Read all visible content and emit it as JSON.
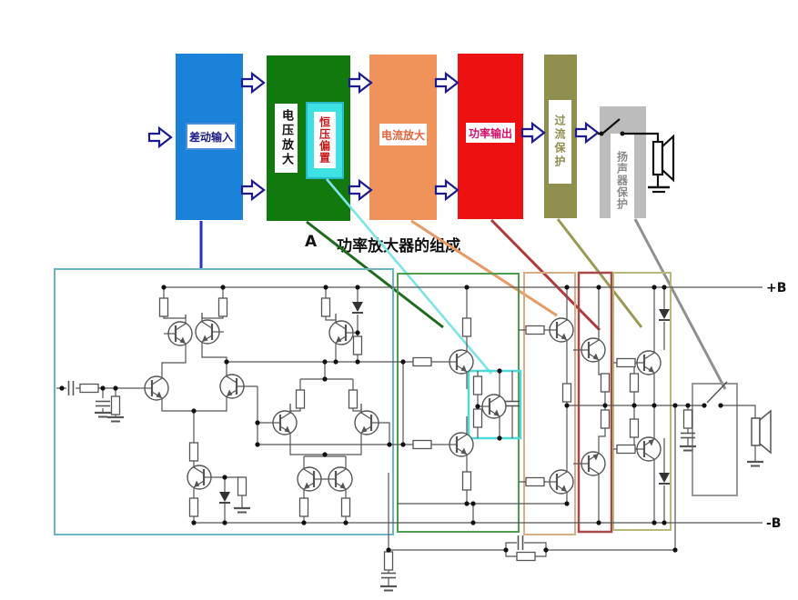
{
  "title": {
    "index_label": "A",
    "text": "功率放大器的组成"
  },
  "flow_blocks": [
    {
      "label": "差动输入",
      "fill": "#1b82d9",
      "text_color": "#1b1b8a"
    },
    {
      "label": "电压放大",
      "fill": "#12790f",
      "text_color": "#111111"
    },
    {
      "label": "恒压偏置",
      "fill": "#3fe2e2",
      "text_color": "#cc1818"
    },
    {
      "label": "电流放大",
      "fill": "#f0935a",
      "text_color": "#e0653a"
    },
    {
      "label": "功率输出",
      "fill": "#ed1211",
      "text_color": "#d0106a"
    },
    {
      "label": "过流保护",
      "fill": "#8e8e4e",
      "text_color": "#8e8e4e"
    },
    {
      "label": "扬声器保护",
      "fill": "#bcbcbc",
      "text_color": "#8a8a8a"
    }
  ],
  "rails": {
    "positive": "+B",
    "negative": "-B"
  },
  "colors": {
    "arrow_outline": "#1c1c8f",
    "wire": "#555555",
    "leader_blue": "#2233cc",
    "leader_green": "#1e6b1e",
    "leader_cyan": "#7de4e4",
    "leader_orange": "#e89a66",
    "leader_red": "#b03a3a",
    "leader_olive": "#9a9a55",
    "leader_gray": "#909090",
    "group_box_cyan": "#6ab6c4",
    "group_box_green": "#4f9e4f",
    "group_box_tan": "#d9ad85",
    "group_box_red": "#a84848",
    "group_box_olive": "#b8b87a",
    "group_box_gray": "#999999",
    "bias_box_cyan": "#4fd8d8"
  }
}
